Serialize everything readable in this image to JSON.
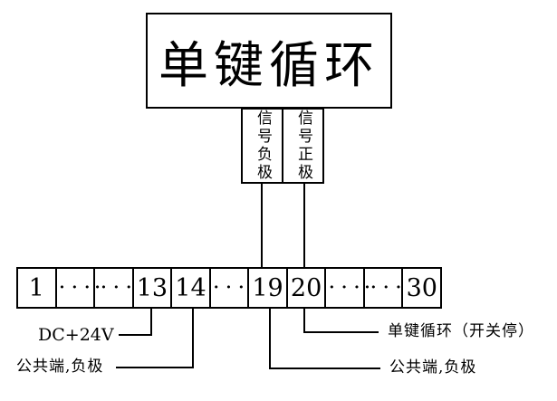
{
  "diagram": {
    "device": {
      "title": "单键循环"
    },
    "signal_terminals": {
      "negative_label": "信号负极",
      "positive_label": "信号正极"
    },
    "terminal_strip": {
      "cells": [
        "1",
        "· · ·",
        "·· · ·",
        "13",
        "14",
        "· · ·",
        "19",
        "20",
        "· · ·",
        "·· · ·",
        "30"
      ]
    },
    "annotations": {
      "dc_24v": "DC+24V",
      "common_negative_left": "公共端,负极",
      "single_key_cycle": "单键循环（开关停）",
      "common_negative_right": "公共端,负极"
    },
    "colors": {
      "line": "#000000",
      "background": "#ffffff"
    }
  }
}
